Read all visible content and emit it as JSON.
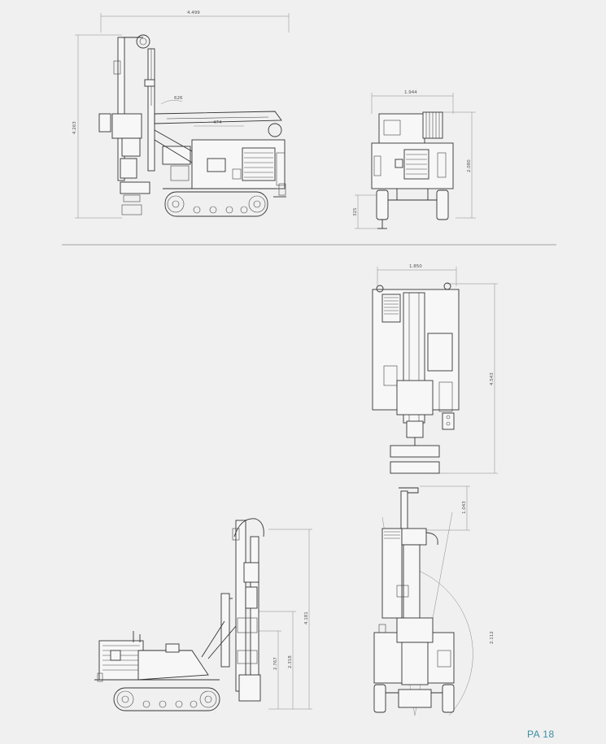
{
  "page_label": "PA 18",
  "views": {
    "side_transport": {
      "dims": {
        "overall_length": "4.499",
        "overall_height": "4.263",
        "dim_a": "626",
        "dim_b": "474"
      }
    },
    "rear_transport": {
      "dims": {
        "width": "1.944",
        "height": "2.080",
        "ground_clearance": "325"
      }
    },
    "top_view": {
      "dims": {
        "width": "1.850",
        "length": "4.543"
      }
    },
    "side_working": {
      "dims": {
        "height_total": "4.181",
        "height_mid": "2.767",
        "height_low": "2.318"
      }
    },
    "front_working": {
      "dims": {
        "mast_extension": "1.043",
        "radius": "2.112"
      }
    }
  }
}
